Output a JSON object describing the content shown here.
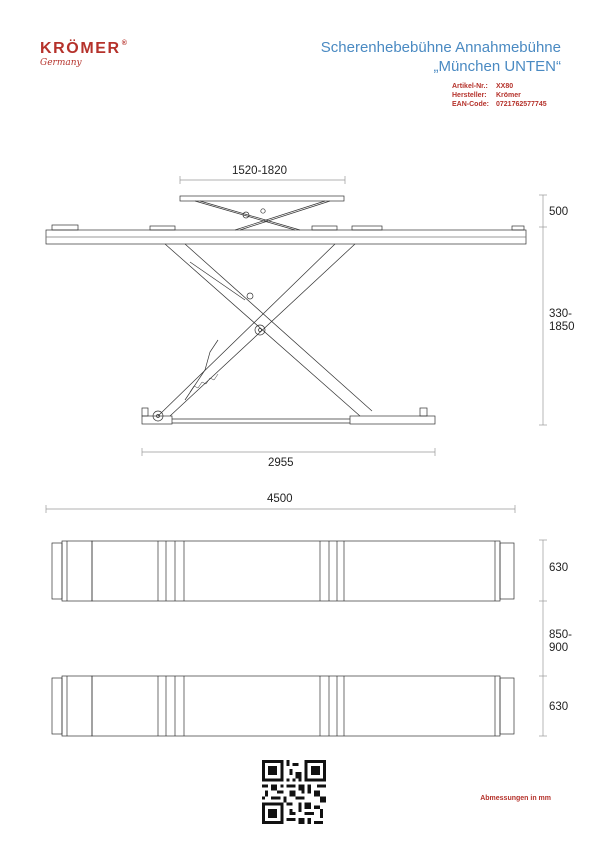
{
  "brand": {
    "name": "KRÖMER",
    "registered": "®",
    "tagline": "Germany",
    "color": "#b5322b"
  },
  "title": {
    "line1": "Scherenhebebühne Annahmebühne",
    "line2": "„München UNTEN“",
    "color": "#4a8ac2"
  },
  "meta": {
    "article_label": "Artikel-Nr.:",
    "article_value": "XX80",
    "manufacturer_label": "Hersteller:",
    "manufacturer_value": "Krömer",
    "ean_label": "EAN-Code:",
    "ean_value": "0721762577745"
  },
  "dimensions": {
    "top_width": "1520-1820",
    "platform_height": "500",
    "lift_height_line1": "330-",
    "lift_height_line2": "1850",
    "base_length": "2955",
    "total_length": "4500",
    "track_width_top": "630",
    "track_gap_line1": "850-",
    "track_gap_line2": "900",
    "track_width_bottom": "630"
  },
  "footer": {
    "unit_note": "Abmessungen in mm",
    "qr_icon": "qr-code-icon"
  }
}
